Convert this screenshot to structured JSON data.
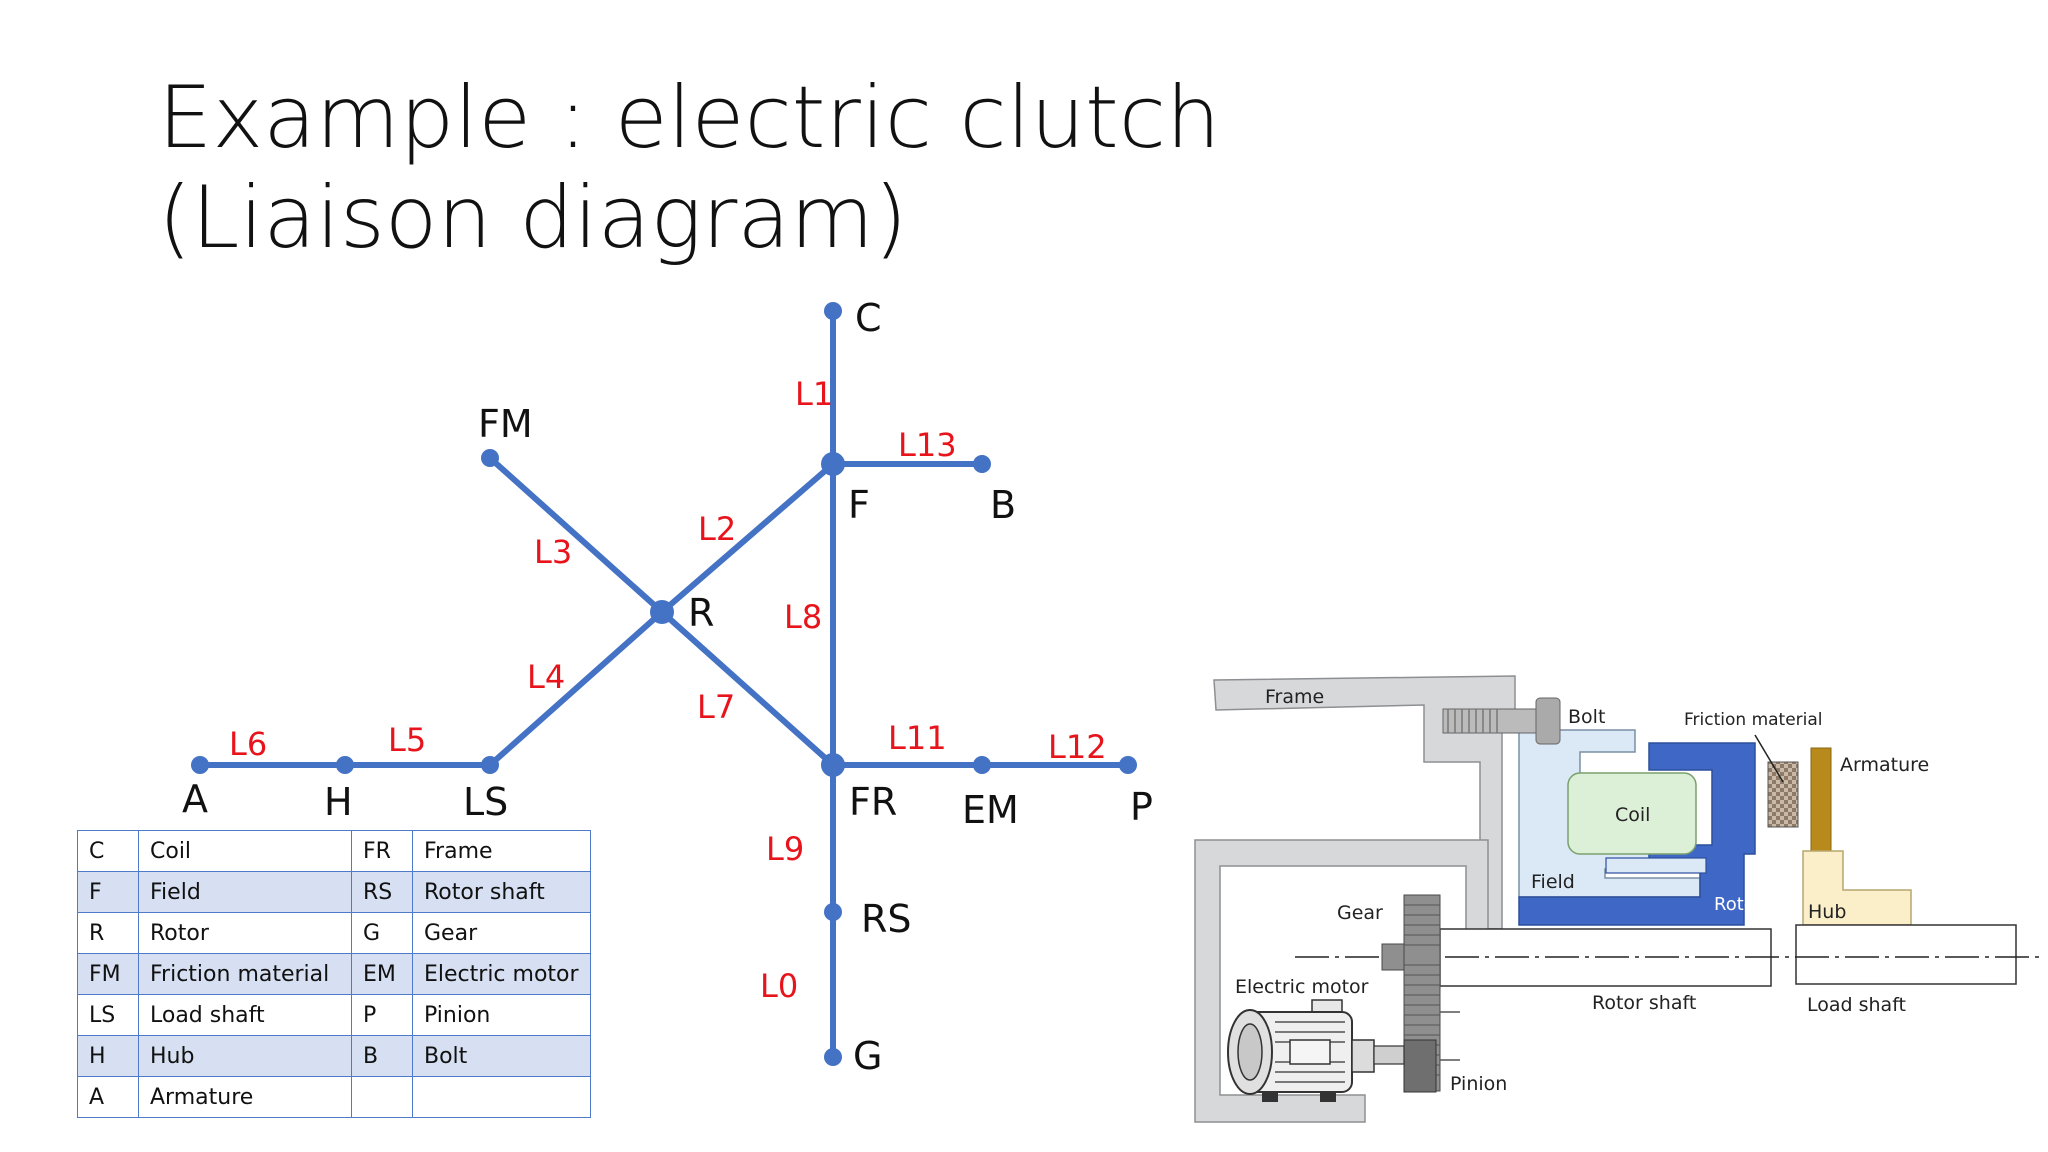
{
  "title": {
    "line1": "Example : electric clutch",
    "line2": "(Liaison diagram)"
  },
  "graph": {
    "nodes": {
      "C": "C",
      "F": "F",
      "B": "B",
      "FM": "FM",
      "R": "R",
      "FR": "FR",
      "EM": "EM",
      "P": "P",
      "A": "A",
      "H": "H",
      "LS": "LS",
      "RS": "RS",
      "G": "G"
    },
    "links": {
      "L0": "L0",
      "L1": "L1",
      "L2": "L2",
      "L3": "L3",
      "L4": "L4",
      "L5": "L5",
      "L6": "L6",
      "L7": "L7",
      "L8": "L8",
      "L9": "L9",
      "L11": "L11",
      "L12": "L12",
      "L13": "L13"
    },
    "line_color": "#4472c4",
    "link_label_color": "#e8141b"
  },
  "legend": {
    "rows": [
      {
        "a1": "C",
        "n1": "Coil",
        "a2": "FR",
        "n2": "Frame"
      },
      {
        "a1": "F",
        "n1": "Field",
        "a2": "RS",
        "n2": "Rotor shaft"
      },
      {
        "a1": "R",
        "n1": "Rotor",
        "a2": "G",
        "n2": "Gear"
      },
      {
        "a1": "FM",
        "n1": "Friction material",
        "a2": "EM",
        "n2": "Electric motor"
      },
      {
        "a1": "LS",
        "n1": "Load shaft",
        "a2": "P",
        "n2": "Pinion"
      },
      {
        "a1": "H",
        "n1": "Hub",
        "a2": "B",
        "n2": "Bolt"
      },
      {
        "a1": "A",
        "n1": "Armature",
        "a2": "",
        "n2": ""
      }
    ]
  },
  "clutch": {
    "frame": "Frame",
    "bolt": "Bolt",
    "friction_material": "Friction material",
    "armature": "Armature",
    "coil": "Coil",
    "field": "Field",
    "rotor": "Rotor",
    "hub": "Hub",
    "gear": "Gear",
    "electric_motor": "Electric motor",
    "rotor_shaft": "Rotor shaft",
    "load_shaft": "Load shaft",
    "pinion": "Pinion"
  }
}
